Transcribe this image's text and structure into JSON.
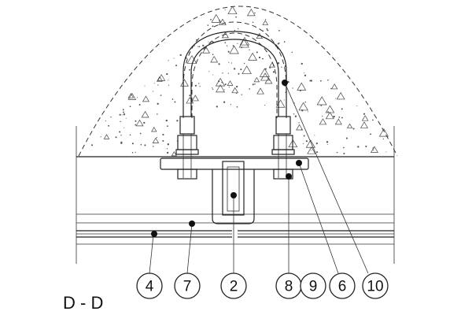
{
  "section_label": "D - D",
  "callouts": {
    "c4": "4",
    "c7": "7",
    "c2": "2",
    "c8": "8",
    "c9": "9",
    "c6": "6",
    "c10": "10"
  }
}
